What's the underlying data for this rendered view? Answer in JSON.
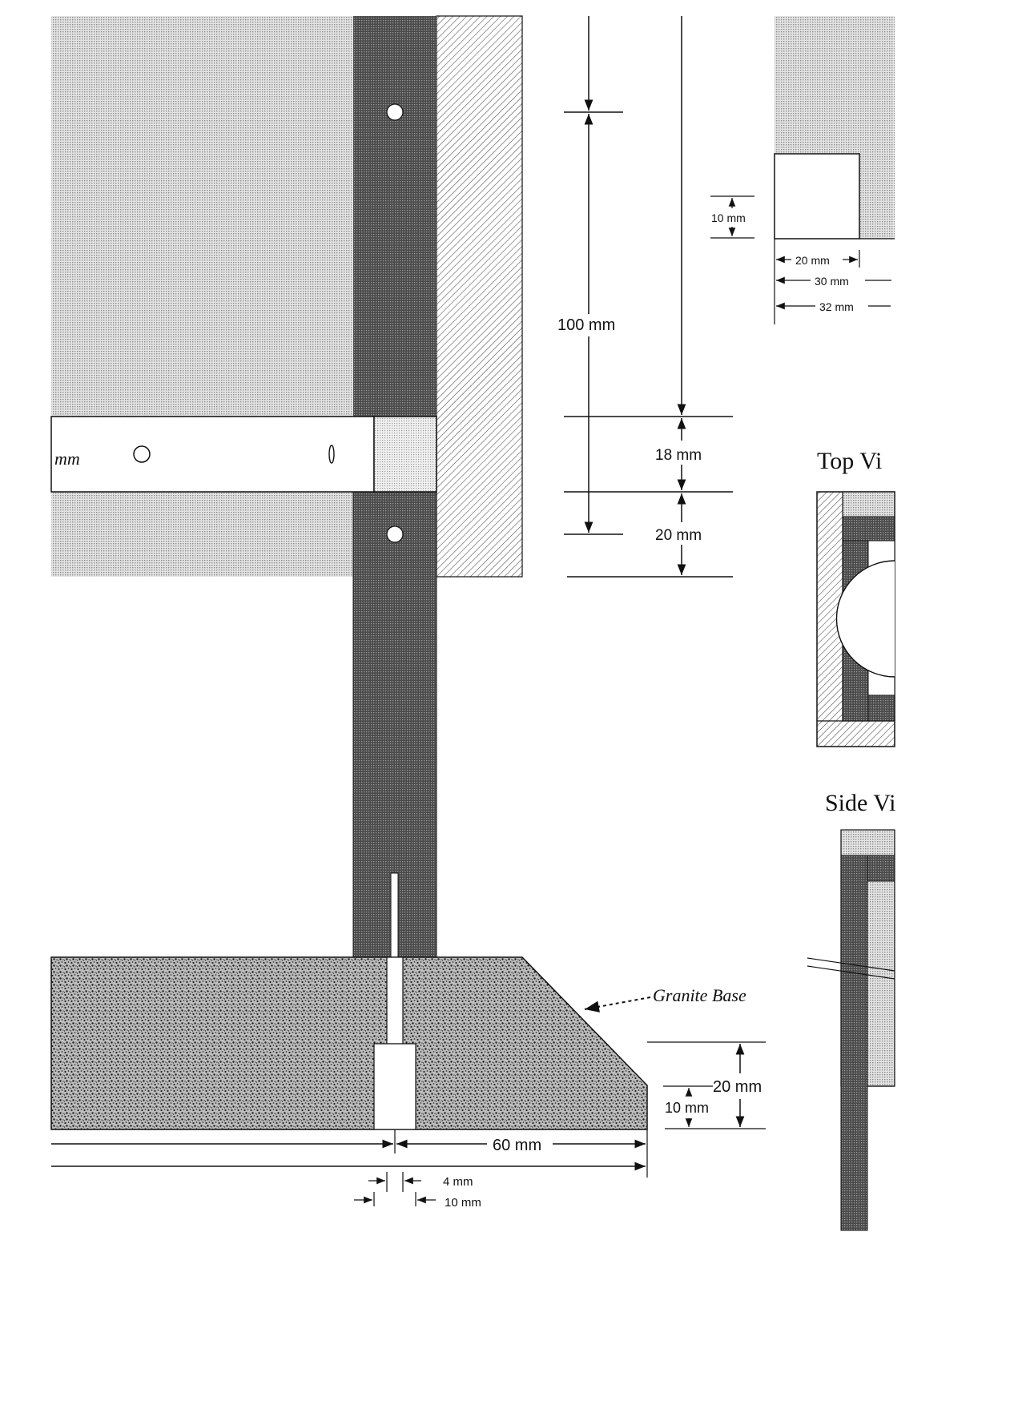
{
  "labels": {
    "dim_100": "100 mm",
    "dim_18": "18 mm",
    "dim_20_right": "20 mm",
    "dim_10_top": "10 mm",
    "dim_20_top": "20 mm",
    "dim_30_top": "30 mm",
    "dim_32_top": "32 mm",
    "slot_mm": "mm",
    "granite_base": "Granite Base",
    "dim_20_base": "20 mm",
    "dim_10_base": "10 mm",
    "dim_60": "60 mm",
    "dim_4": "4 mm",
    "dim_10_bottom": "10 mm",
    "top_view": "Top Vi",
    "side_view": "Side Vi"
  },
  "colors": {
    "light_fill": "#c9c9c9",
    "dark_fill": "#585858",
    "hatch": "#8a8a8a",
    "granite": "#7a7a7a",
    "ink": "#111111"
  }
}
